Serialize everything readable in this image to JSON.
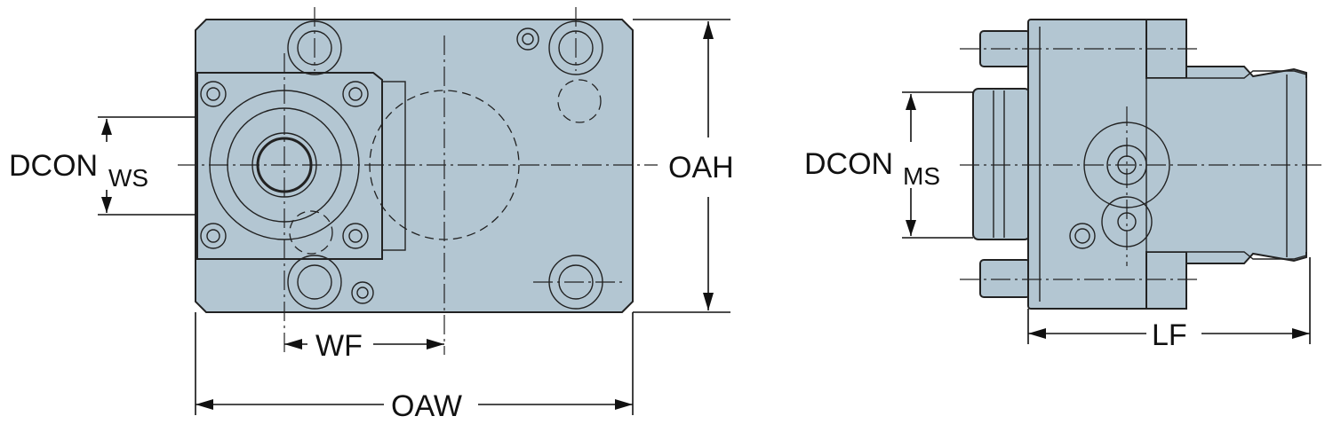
{
  "title": "Clamping unit dimension drawing",
  "colors": {
    "part_fill": "#b3c6d2",
    "line": "#222222"
  },
  "labels": {
    "dcon_ws_main": "DCON",
    "dcon_ws_sub": "WS",
    "oah": "OAH",
    "wf": "WF",
    "oaw": "OAW",
    "dcon_ms_main": "DCON",
    "dcon_ms_sub": "MS",
    "lf": "LF"
  }
}
